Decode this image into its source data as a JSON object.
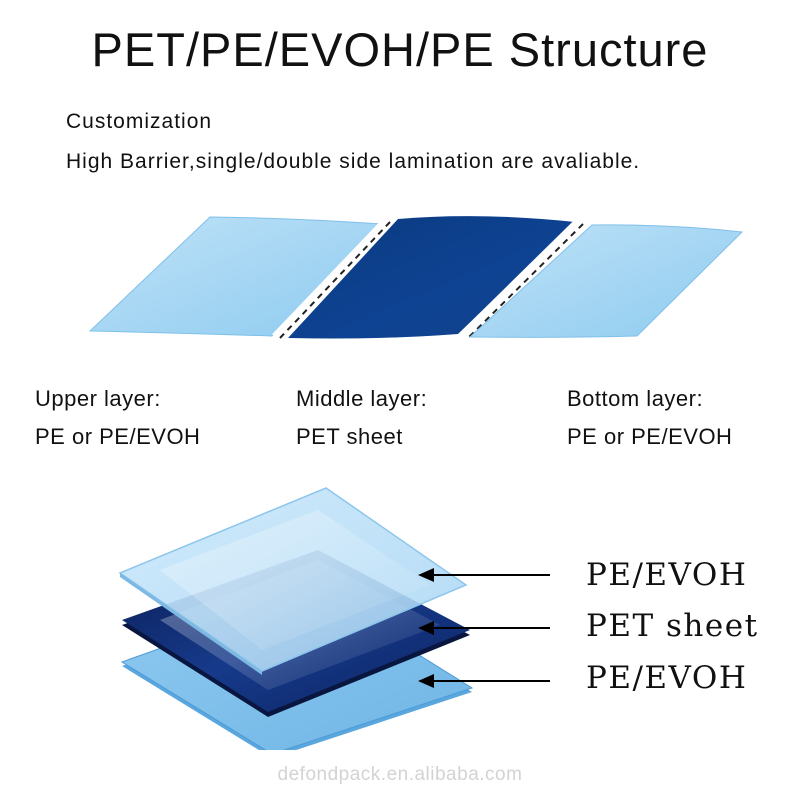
{
  "title": "PET/PE/EVOH/PE Structure",
  "intro": {
    "line1": "Customization",
    "line2": "High Barrier,single/double side lamination are avaliable."
  },
  "layers": [
    {
      "heading": "Upper layer:",
      "material": "PE or PE/EVOH",
      "color": "#a9d6f3"
    },
    {
      "heading": "Middle layer:",
      "material": "PET sheet",
      "color": "#0c3e8a"
    },
    {
      "heading": "Bottom layer:",
      "material": "PE or PE/EVOH",
      "color": "#a9d6f3"
    }
  ],
  "stack_labels": [
    "PE/EVOH",
    "PET sheet",
    "PE/EVOH"
  ],
  "colors": {
    "light_film": "#a9d6f3",
    "dark_film": "#0c3e8a",
    "navy_sheet": "#0f2563",
    "arrow": "#000000"
  },
  "watermark": "defondpack.en.alibaba.com"
}
